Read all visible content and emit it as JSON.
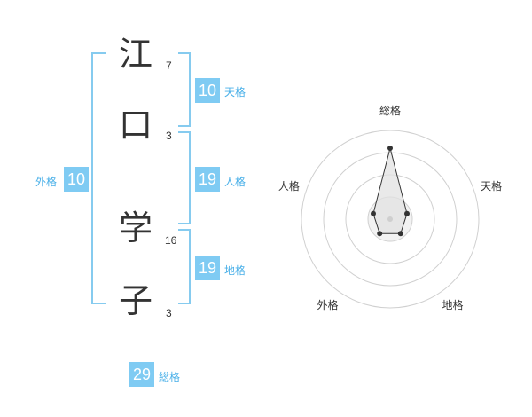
{
  "name": {
    "chars": [
      {
        "char": "江",
        "strokes": "7"
      },
      {
        "char": "口",
        "strokes": "3"
      },
      {
        "char": "学",
        "strokes": "16"
      },
      {
        "char": "子",
        "strokes": "3"
      }
    ]
  },
  "fortune": {
    "tenkaku": {
      "value": "10",
      "label": "天格"
    },
    "jinkaku": {
      "value": "19",
      "label": "人格"
    },
    "chikaku": {
      "value": "19",
      "label": "地格"
    },
    "gaikaku": {
      "value": "10",
      "label": "外格"
    },
    "soukaku": {
      "value": "29",
      "label": "総格"
    }
  },
  "colors": {
    "accent": "#7fcbf3",
    "bracket": "#86cbef",
    "label": "#4ab0e8"
  },
  "chart_data": {
    "type": "radar",
    "axes": [
      "総格",
      "天格",
      "地格",
      "外格",
      "人格"
    ],
    "values": [
      4,
      1,
      1,
      1,
      1
    ],
    "range": [
      0,
      5
    ],
    "rings": 4
  }
}
